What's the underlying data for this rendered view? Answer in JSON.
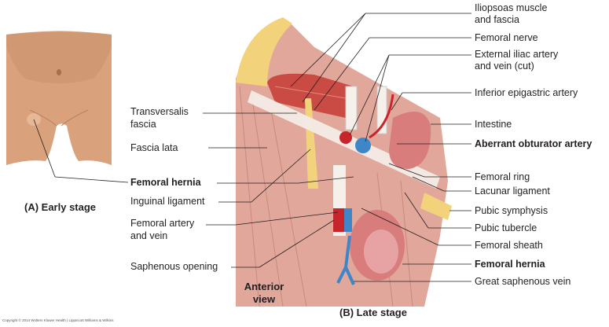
{
  "panel_a": {
    "caption": "(A) Early stage",
    "labels": {
      "femoral_hernia": "Femoral hernia"
    }
  },
  "panel_b": {
    "caption": "(B) Late stage",
    "view": [
      "Anterior",
      "view"
    ],
    "labels_left": {
      "transversalis_fascia": [
        "Transversalis",
        "fascia"
      ],
      "fascia_lata": "Fascia lata",
      "femoral_hernia_left": "Femoral hernia",
      "inguinal_ligament": "Inguinal ligament",
      "femoral_artery_vein": [
        "Femoral artery",
        "and vein"
      ],
      "saphenous_opening": "Saphenous opening"
    },
    "labels_right": {
      "iliopsoas": [
        "Iliopsoas muscle",
        "and fascia"
      ],
      "femoral_nerve": "Femoral nerve",
      "external_iliac": [
        "External iliac artery",
        "and vein (cut)"
      ],
      "inferior_epigastric": "Inferior epigastric artery",
      "intestine": "Intestine",
      "aberrant_obturator": "Aberrant obturator artery",
      "femoral_ring": "Femoral ring",
      "lacunar_ligament": "Lacunar ligament",
      "pubic_symphysis": "Pubic symphysis",
      "pubic_tubercle": "Pubic tubercle",
      "femoral_sheath": "Femoral sheath",
      "femoral_hernia_right": "Femoral hernia",
      "great_saphenous": "Great saphenous vein"
    }
  },
  "copyright": "Copyright © 2014 Wolters Kluwer Health | Lippincott Williams & Wilkins",
  "colors": {
    "skin": "#d9a27c",
    "muscle": "#e0a79a",
    "muscle_red": "#c94b44",
    "bone": "#f2d27a",
    "artery": "#c8242b",
    "vein": "#3f86c8",
    "fascia": "#f3ebe6",
    "intestine": "#d97c7c"
  }
}
